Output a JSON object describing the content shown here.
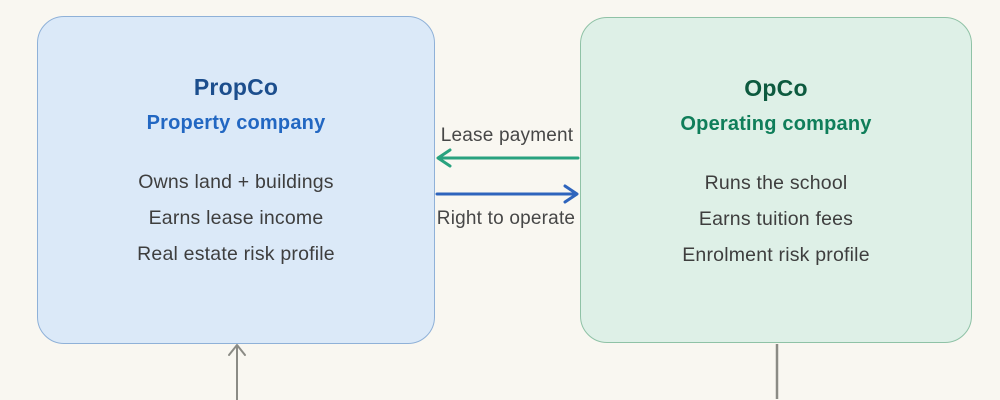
{
  "diagram": {
    "propco": {
      "title": "PropCo",
      "subtitle": "Property company",
      "lines": [
        "Owns land + buildings",
        "Earns lease income",
        "Real estate risk profile"
      ]
    },
    "opco": {
      "title": "OpCo",
      "subtitle": "Operating company",
      "lines": [
        "Runs the school",
        "Earns tuition fees",
        "Enrolment risk profile"
      ]
    },
    "flows": {
      "lease_payment": {
        "label": "Lease payment",
        "direction": "opco-to-propco"
      },
      "right_to_operate": {
        "label": "Right to operate",
        "direction": "propco-to-opco"
      }
    },
    "connectors": {
      "propco_bottom": "arrow-up-into-propco",
      "opco_bottom": "plain-line-below-opco"
    }
  },
  "colors": {
    "background": "#f9f7f1",
    "propco_fill": "#dbe9f8",
    "propco_border": "#8fb1d8",
    "propco_title": "#1c4e8d",
    "propco_subtitle": "#2267c2",
    "opco_fill": "#def0e7",
    "opco_border": "#8fc2a6",
    "opco_title": "#0d5a3f",
    "opco_subtitle": "#0f7e5a",
    "body_text": "#3e3e3e",
    "label_text": "#474747",
    "lease_arrow": "#29a27f",
    "operate_arrow": "#2e64bd",
    "connector": "#8b8b85"
  }
}
